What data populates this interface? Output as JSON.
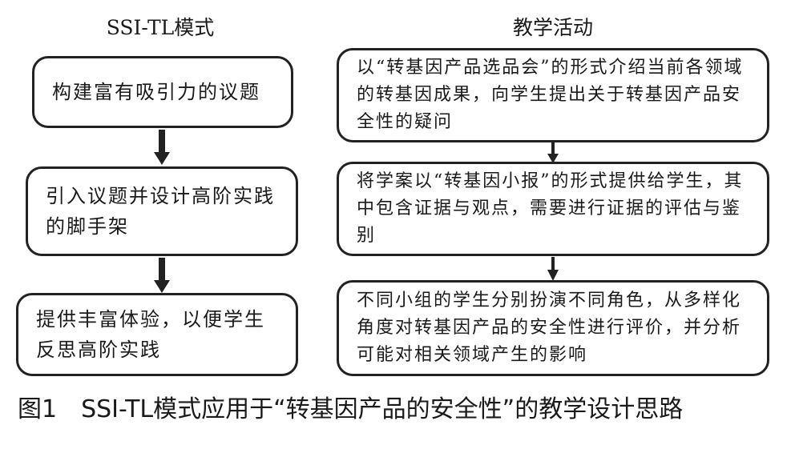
{
  "left_column": {
    "heading": "SSI-TL模式",
    "steps": [
      "构建富有吸引力的议题",
      "引入议题并设计高阶实践的脚手架",
      "提供丰富体验，以便学生反思高阶实践"
    ]
  },
  "right_column": {
    "heading": "教学活动",
    "steps": [
      "以“转基因产品选品会”的形式介绍当前各领域的转基因成果，向学生提出关于转基因产品安全性的疑问",
      "将学案以“转基因小报”的形式提供给学生，其中包含证据与观点，需要进行证据的评估与鉴别",
      "不同小组的学生分别扮演不同角色，从多样化角度对转基因产品的安全性进行评价，并分析可能对相关领域产生的影响"
    ]
  },
  "caption": "图1　SSI-TL模式应用于“转基因产品的安全性”的教学设计思路",
  "colors": {
    "line": "#222222",
    "text": "#1a1a1a",
    "background": "#ffffff"
  }
}
